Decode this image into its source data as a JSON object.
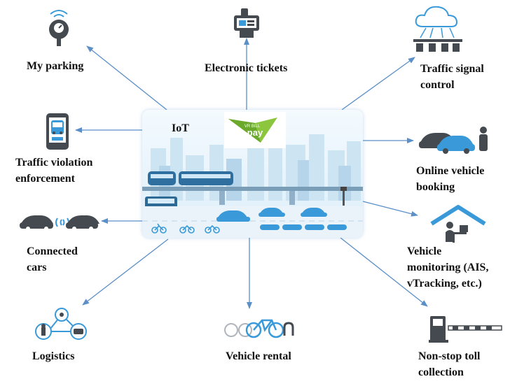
{
  "hub": {
    "title": "IoT",
    "logo_text": "pay",
    "logo_subtext": "VR BILL"
  },
  "nodes": {
    "my_parking": "My parking",
    "electronic_tickets": "Electronic tickets",
    "traffic_signal_control": [
      "Traffic signal",
      "control"
    ],
    "traffic_violation": [
      "Traffic violation",
      "enforcement"
    ],
    "online_booking": [
      "Online vehicle",
      "booking"
    ],
    "connected_cars": [
      "Connected",
      "cars"
    ],
    "vehicle_monitoring": [
      "Vehicle",
      "monitoring (AIS,",
      "vTracking, etc.)"
    ],
    "logistics": "Logistics",
    "vehicle_rental": "Vehicle rental",
    "toll_collection": [
      "Non-stop toll",
      "collection"
    ]
  },
  "icons": {
    "my_parking": "parking-meter-icon",
    "electronic_tickets": "ticket-hand-icon",
    "traffic_signal_control": "cloud-traffic-icon",
    "traffic_violation": "phone-bus-icon",
    "online_booking": "car-booking-icon",
    "connected_cars": "connected-cars-icon",
    "vehicle_monitoring": "house-monitoring-icon",
    "logistics": "logistics-network-icon",
    "vehicle_rental": "bicycle-rental-icon",
    "toll_collection": "toll-gate-icon"
  },
  "colors": {
    "arrow": "#5a8fc7",
    "icon_dark": "#444a50",
    "icon_blue": "#3a9ad9",
    "hub_bg": "#e4f1fa",
    "logo_green": "#8cc63f"
  }
}
